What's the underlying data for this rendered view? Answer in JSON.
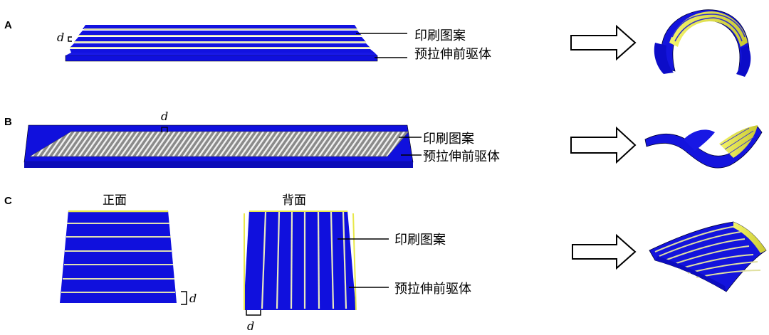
{
  "panels": {
    "a": {
      "label": "A",
      "dim_label": "d",
      "pattern_label": "印刷图案",
      "precursor_label": "预拉伸前驱体"
    },
    "b": {
      "label": "B",
      "dim_label": "d",
      "pattern_label": "印刷图案",
      "precursor_label": "预拉伸前驱体"
    },
    "c": {
      "label": "C",
      "front_title": "正面",
      "back_title": "背面",
      "front_dim_label": "d",
      "back_dim_label": "d",
      "pattern_label": "印刷图案",
      "precursor_label": "预拉伸前驱体"
    }
  },
  "colors": {
    "substrate": "#1010dd",
    "pattern": "#e8e84a",
    "stripe_light": "#d8d8c8",
    "outline": "#000000"
  },
  "icons": [
    "right-arrow-icon"
  ]
}
